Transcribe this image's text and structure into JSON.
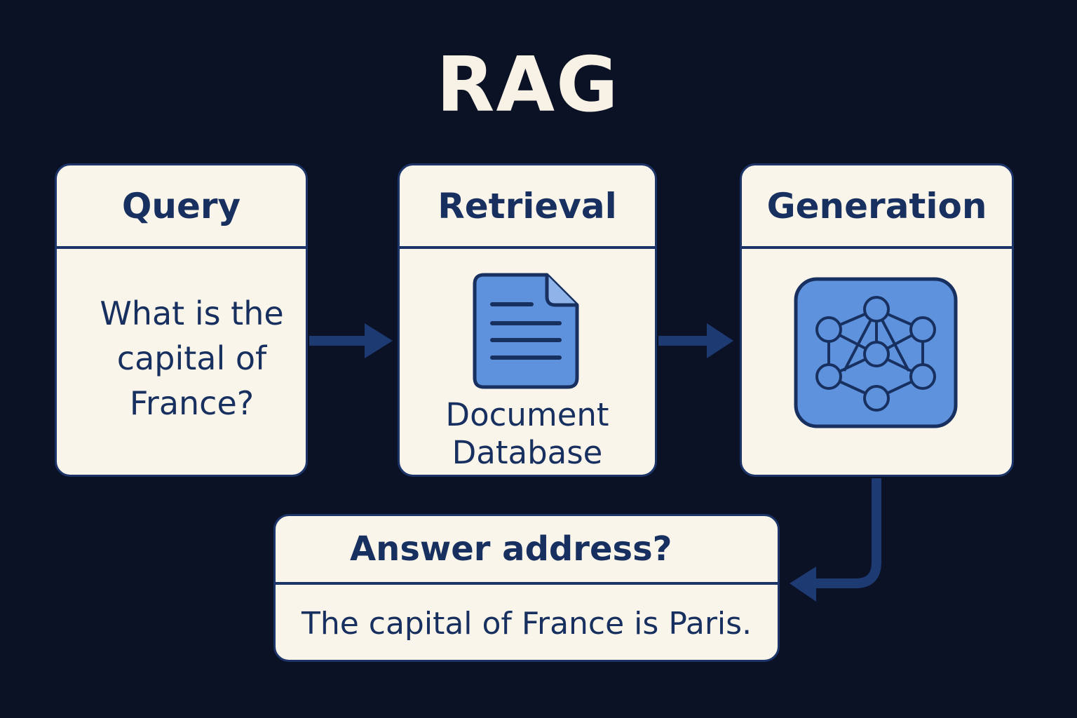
{
  "title": "RAG",
  "steps": {
    "query": {
      "header": "Query",
      "body_lines": [
        "What is the",
        "capital of",
        "France?"
      ]
    },
    "retrieval": {
      "header": "Retrieval",
      "icon": "document-icon",
      "label_lines": [
        "Document",
        "Database"
      ]
    },
    "generation": {
      "header": "Generation",
      "icon": "neural-network-icon"
    },
    "answer": {
      "header": "Answer address?",
      "body": "The capital of France is Paris."
    }
  },
  "colors": {
    "background": "#0b1226",
    "card": "#faf5ea",
    "ink": "#17305f",
    "accent": "#5e92dc",
    "arrow": "#1e3a72"
  }
}
